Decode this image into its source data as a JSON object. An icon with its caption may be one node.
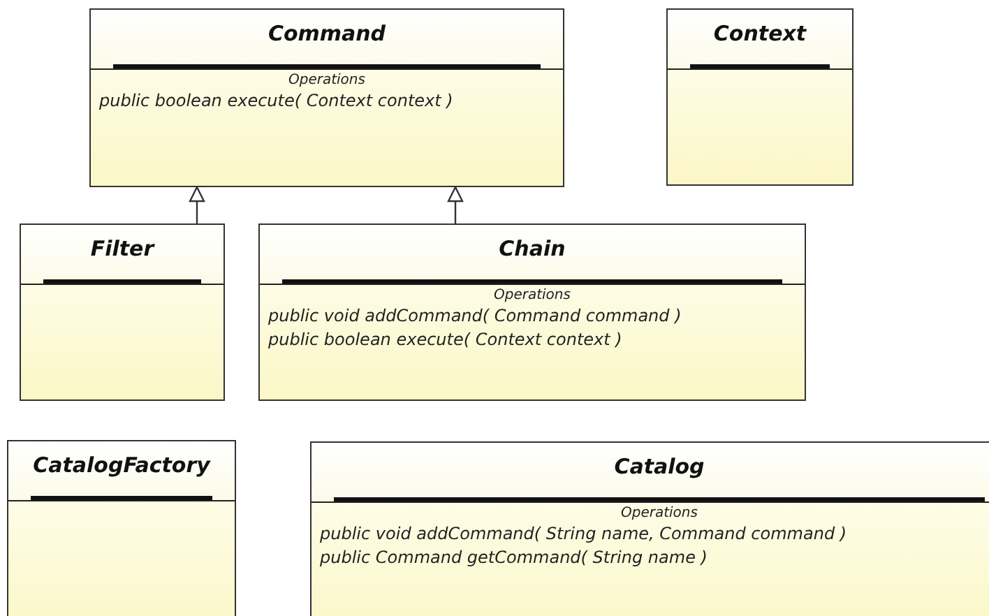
{
  "diagram": {
    "nodes": [
      {
        "text": [
          "Command",
          "Operations",
          "public boolean  execute( Context context )"
        ]
      },
      {
        "text": [
          "Context"
        ]
      },
      {
        "text": [
          "Filter"
        ]
      },
      {
        "text": [
          "Chain",
          "Operations",
          "public void  addCommand( Command command )",
          "public boolean  execute( Context context )"
        ]
      },
      {
        "text": [
          "CatalogFactory"
        ]
      },
      {
        "text": [
          "Catalog",
          "Operations",
          "public void  addCommand( String name, Command command )",
          "public Command  getCommand( String name )"
        ]
      }
    ],
    "edges": [
      {
        "from": 2,
        "to": 0,
        "arrow": "to"
      },
      {
        "from": 3,
        "to": 0,
        "arrow": "to"
      }
    ]
  }
}
